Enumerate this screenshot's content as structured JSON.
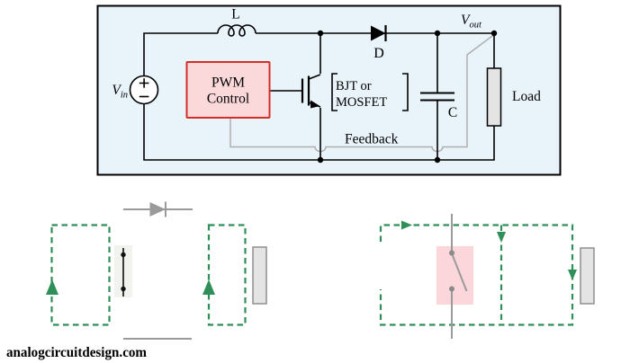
{
  "watermark": "analogcircuitdesign.com",
  "colors": {
    "circuit_bg": "#E9F3FA",
    "pwm_fill": "#FBD9DA",
    "pwm_border": "#D52E28",
    "pink_box_fill": "#FBD7DC",
    "switch_box_fill": "#F1F4EE",
    "green": "#2E8F58",
    "gray": "#9A9A9A",
    "feedback_gray": "#AFAFAF",
    "load_fill": "#E4E4E4",
    "load_border": "#8F8F8F",
    "watermark_gray": "#8A8A8A"
  },
  "schematic": {
    "vin": {
      "main": "V",
      "sub": "in"
    },
    "vout": {
      "main": "V",
      "sub": "out"
    },
    "inductor": "L",
    "diode": "D",
    "capacitor": "C",
    "load": "Load",
    "pwm": {
      "line1": "PWM",
      "line2": "Control"
    },
    "transistor": {
      "line1": "BJT or",
      "line2": "MOSFET"
    },
    "feedback": "Feedback"
  }
}
